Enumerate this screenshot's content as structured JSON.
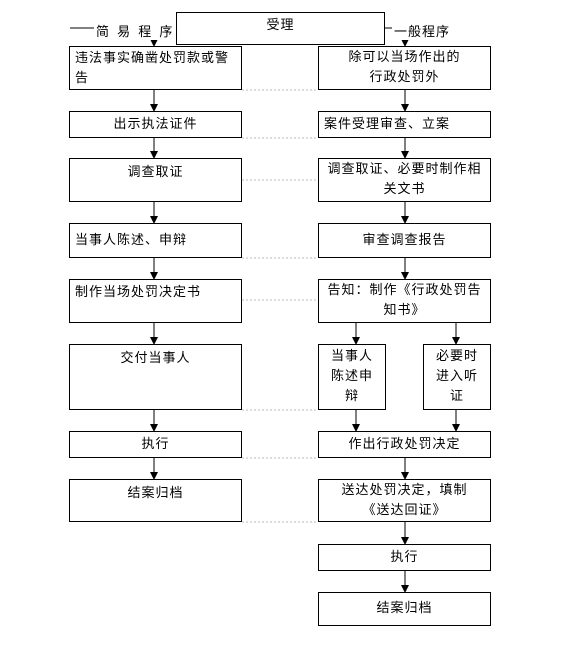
{
  "labels": {
    "simple": "简 易 程 序",
    "general": "一般程序"
  },
  "top": "受理",
  "left": [
    "违法事实确凿处罚款或警告",
    "出示执法证件",
    "调查取证",
    "当事人陈述、申辩",
    "制作当场处罚决定书",
    "交付当事人",
    "执行",
    "结案归档"
  ],
  "right": {
    "r1": "除可以当场作出的行政处罚外",
    "r2": "案件受理审查、立案",
    "r3": "调查取证、必要时制作相关文书",
    "r4": "审查调查报告",
    "r5": "告知：制作《行政处罚告知书》",
    "r6a": "当事人陈述申辩",
    "r6b": "必要时进入听证",
    "r7": "作出行政处罚决定",
    "r8": "送达处罚决定，填制《送达回证》",
    "r9": "执行",
    "r10": "结案归档"
  }
}
